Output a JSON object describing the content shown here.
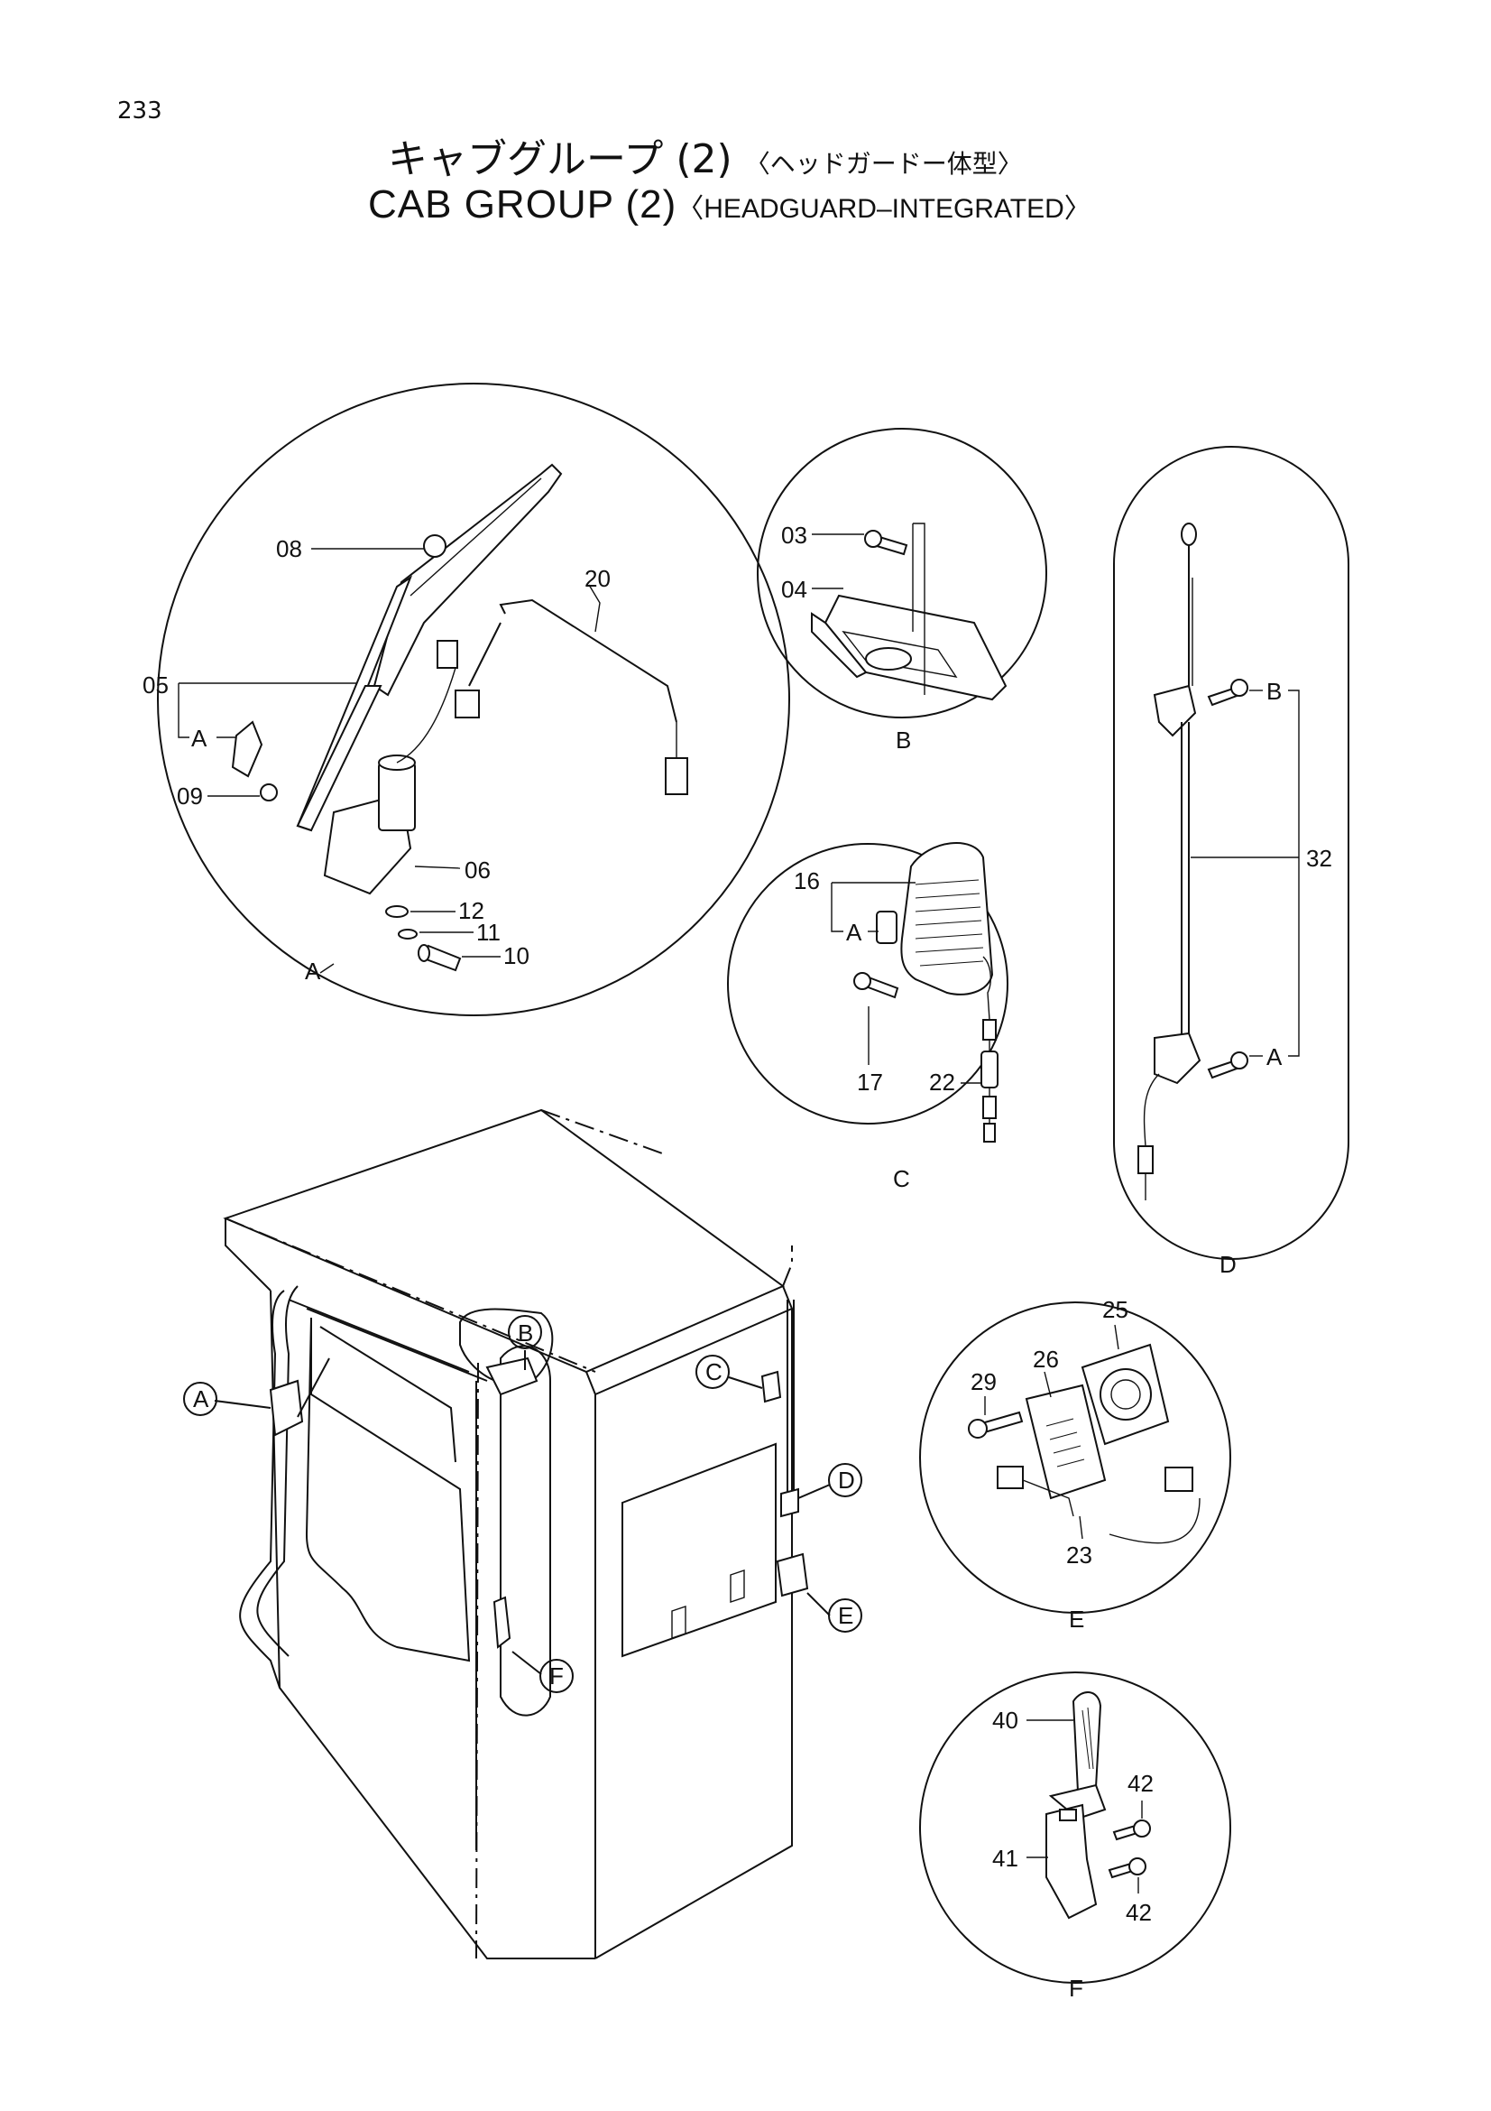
{
  "page_number": "233",
  "title": {
    "ja_main": "キャブグループ",
    "ja_num": "(2)",
    "ja_sub": "〈ヘッドガードー体型〉",
    "en_main": "CAB GROUP",
    "en_num": "(2)",
    "en_sub": "〈HEADGUARD–INTEGRATED〉"
  },
  "views": {
    "A": {
      "label": "A",
      "parts": [
        "08",
        "20",
        "05",
        "A",
        "09",
        "06",
        "12",
        "11",
        "10"
      ]
    },
    "B": {
      "label": "B",
      "parts": [
        "03",
        "04"
      ]
    },
    "C": {
      "label": "C",
      "parts": [
        "16",
        "A",
        "17",
        "22"
      ]
    },
    "D": {
      "label": "D",
      "parts": [
        "B",
        "32",
        "A"
      ]
    },
    "E": {
      "label": "E",
      "parts": [
        "25",
        "26",
        "29",
        "23"
      ]
    },
    "F": {
      "label": "F",
      "parts": [
        "40",
        "42",
        "41",
        "42"
      ]
    }
  },
  "callouts": [
    "A",
    "B",
    "C",
    "D",
    "E",
    "F"
  ]
}
